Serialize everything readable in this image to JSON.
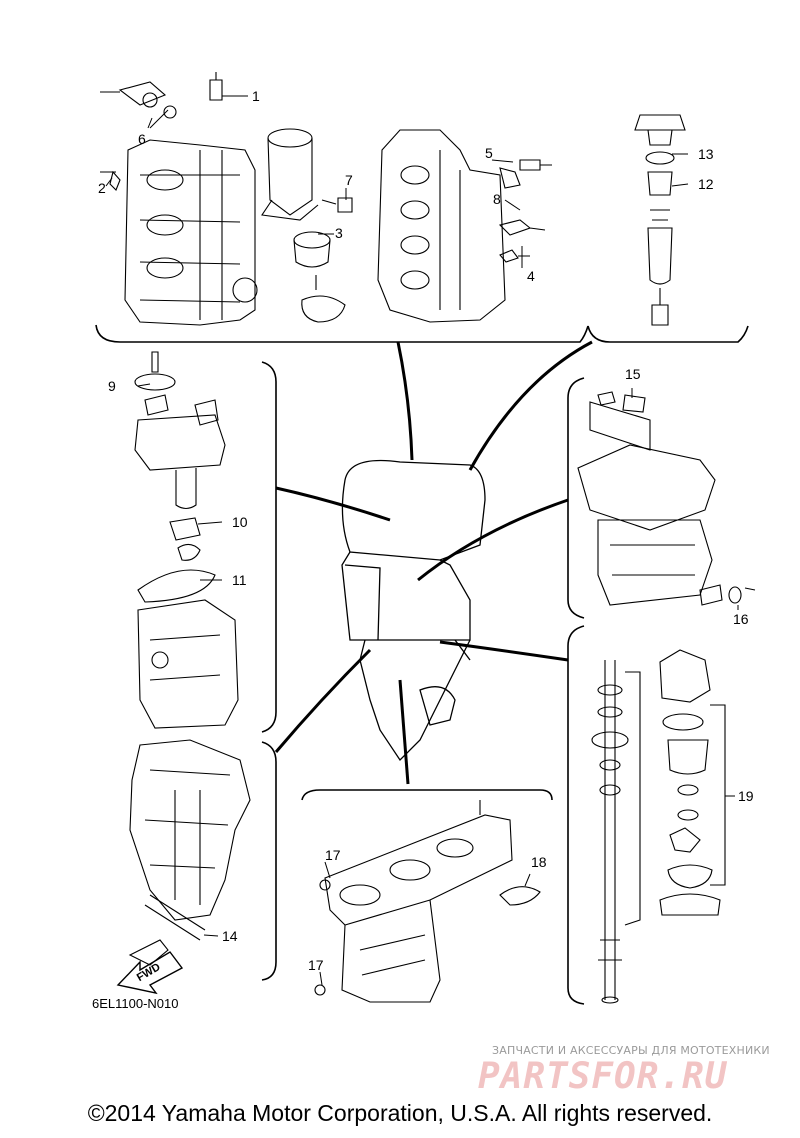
{
  "diagram": {
    "callouts": [
      "1",
      "2",
      "3",
      "4",
      "5",
      "6",
      "7",
      "8",
      "9",
      "10",
      "11",
      "12",
      "13",
      "14",
      "15",
      "16",
      "17",
      "17",
      "18",
      "19"
    ],
    "fwd_label": "FWD",
    "reference_code": "6EL1100-N010"
  },
  "watermark": {
    "tagline": "ЗАПЧАСТИ И АКСЕССУАРЫ ДЛЯ МОТОТЕХНИКИ",
    "logo": "PARTSFOR.RU"
  },
  "copyright": "©2014 Yamaha Motor Corporation, U.S.A. All rights reserved."
}
